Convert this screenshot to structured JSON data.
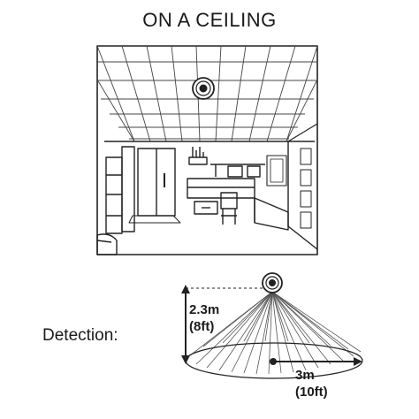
{
  "header": {
    "title": "ON A CEILING"
  },
  "detection": {
    "label": "Detection:",
    "height_m": "2.3m",
    "height_ft": "(8ft)",
    "radius_m": "3m",
    "radius_ft": "(10ft)"
  },
  "colors": {
    "line": "#222222",
    "light_line": "#555555",
    "background": "#ffffff"
  },
  "icons": [
    "ceiling-sensor-icon",
    "sensor-icon"
  ]
}
